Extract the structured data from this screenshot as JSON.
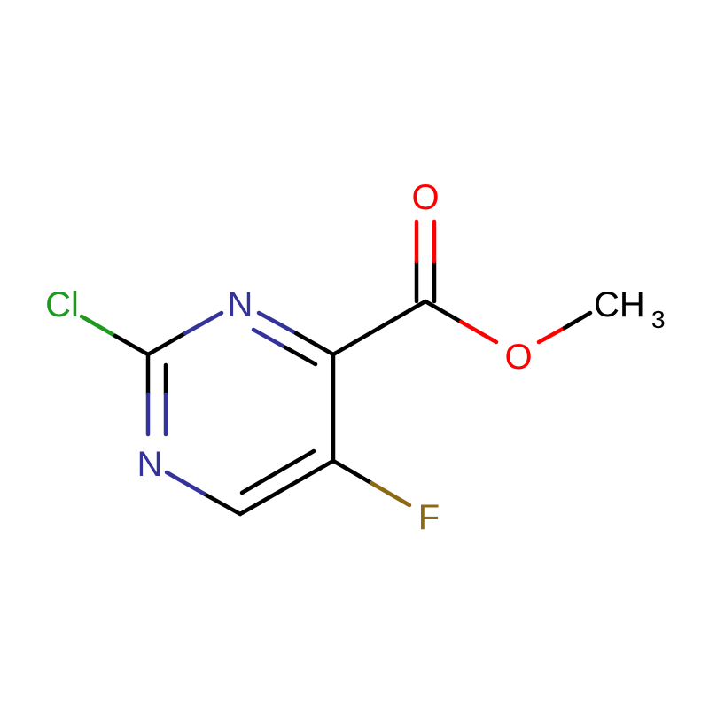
{
  "molecule": {
    "atoms": {
      "cl": "Cl",
      "n3": "N",
      "n1": "N",
      "o_carbonyl": "O",
      "o_ester": "O",
      "ch3_main": "CH",
      "ch3_sub": "3",
      "f": "F"
    },
    "colors": {
      "carbon": "#000000",
      "nitrogen": "#33339a",
      "oxygen": "#ff0000",
      "chlorine": "#1f9a1f",
      "fluorine": "#8c6a14"
    }
  }
}
